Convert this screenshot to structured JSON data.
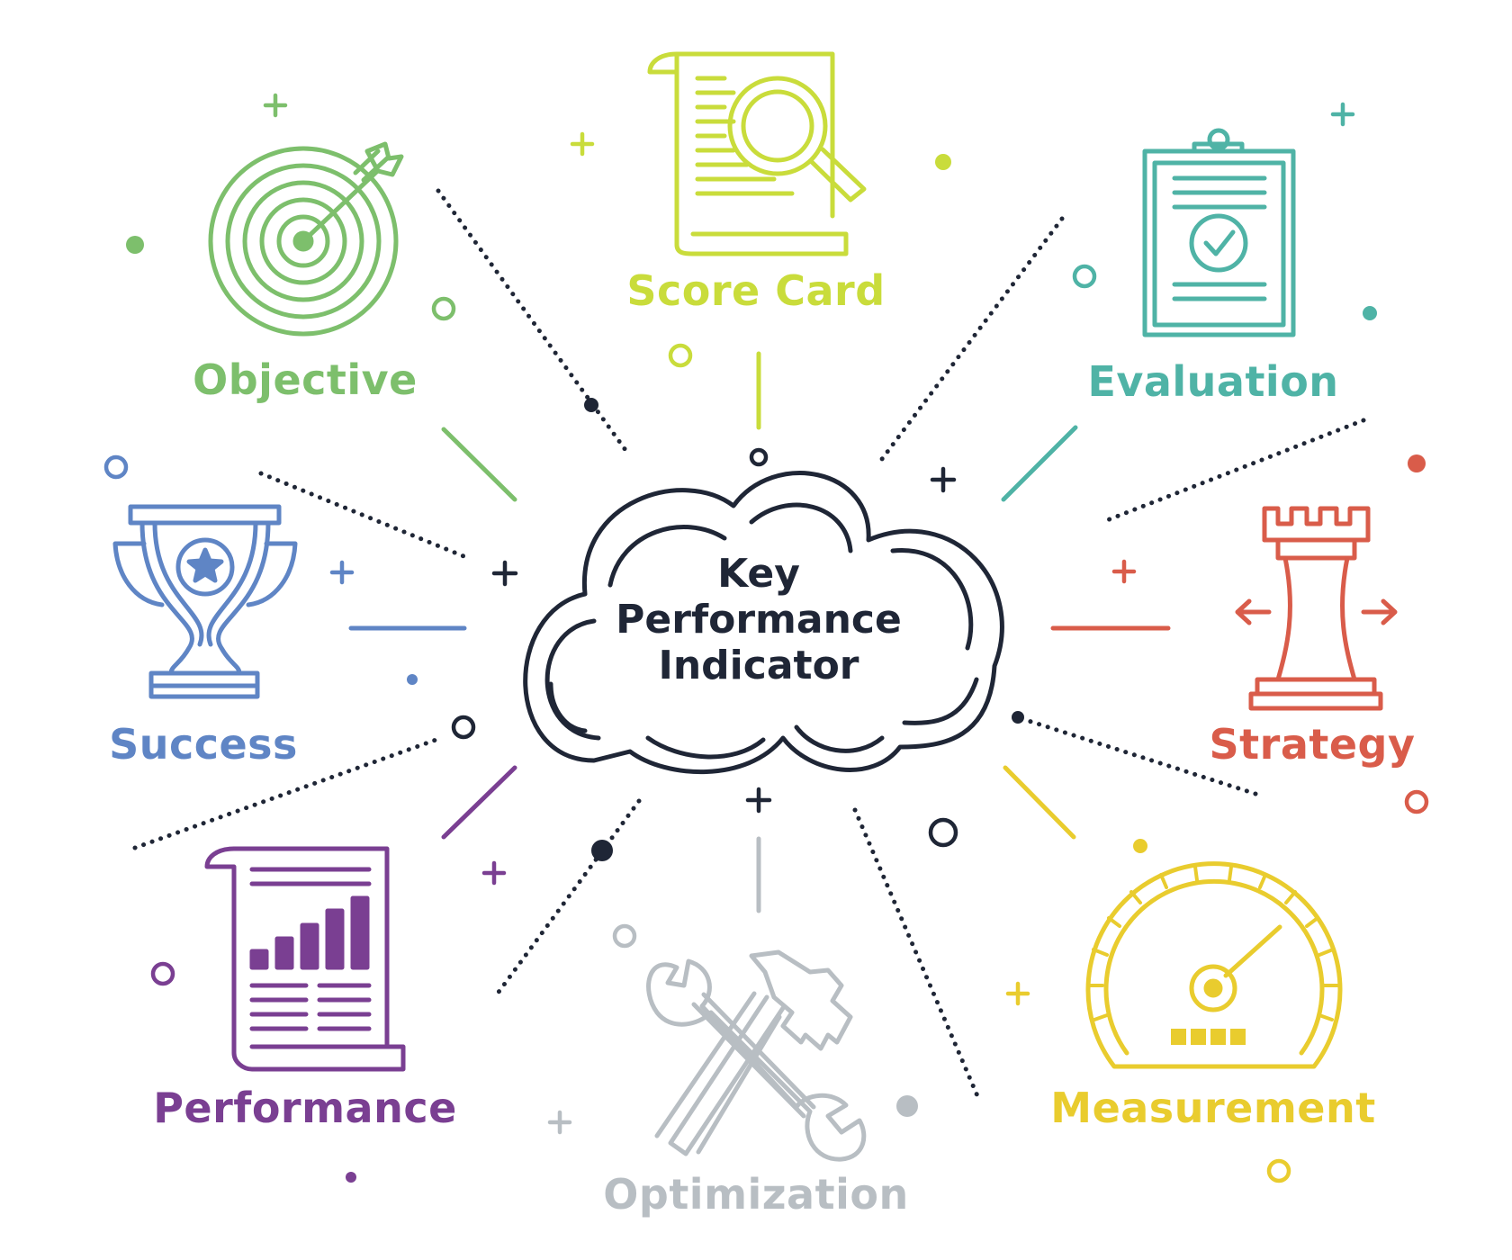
{
  "center": {
    "lines": [
      "Key",
      "Performance",
      "Indicator"
    ],
    "color": "#1f2636"
  },
  "nodes": {
    "objective": {
      "label": "Objective",
      "color": "#7dbf6c",
      "icon": "target-icon"
    },
    "scorecard": {
      "label": "Score Card",
      "color": "#c9dc3b",
      "icon": "scorecard-magnifier-icon"
    },
    "evaluation": {
      "label": "Evaluation",
      "color": "#4fb3a6",
      "icon": "clipboard-check-icon"
    },
    "success": {
      "label": "Success",
      "color": "#5f85c5",
      "icon": "trophy-icon"
    },
    "strategy": {
      "label": "Strategy",
      "color": "#d95c4a",
      "icon": "chess-rook-icon"
    },
    "performance": {
      "label": "Performance",
      "color": "#7a3f92",
      "icon": "bar-report-icon"
    },
    "optimization": {
      "label": "Optimization",
      "color": "#b8bec3",
      "icon": "wrench-hammer-icon"
    },
    "measurement": {
      "label": "Measurement",
      "color": "#e9cc2e",
      "icon": "gauge-icon"
    }
  }
}
